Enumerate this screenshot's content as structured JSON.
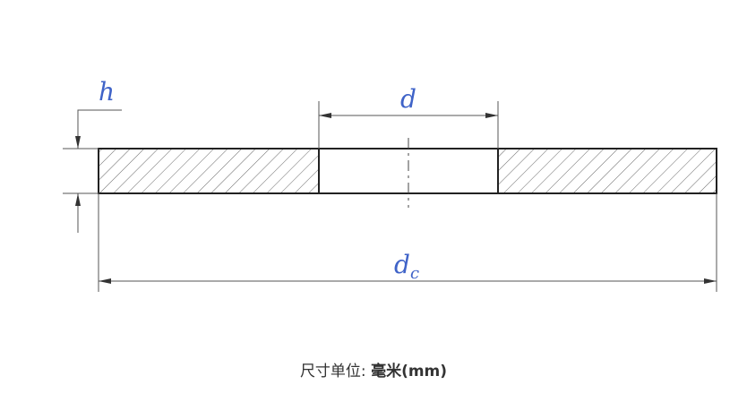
{
  "labels": {
    "thickness": "h",
    "inner_diameter": "d",
    "outer_diameter": "d",
    "outer_diameter_sub": "c"
  },
  "caption": {
    "prefix": "尺寸单位: ",
    "unit": "毫米(mm)"
  },
  "colors": {
    "label": "#3f63c8",
    "line": "#222222",
    "dim": "#444444"
  }
}
